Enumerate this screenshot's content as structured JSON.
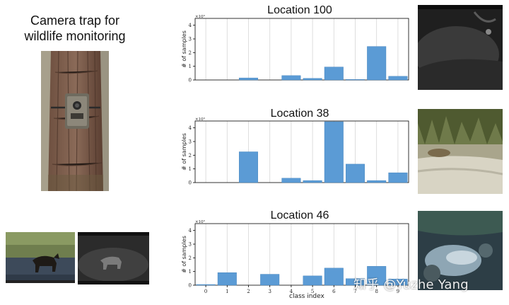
{
  "left_panel": {
    "title_line1": "Camera trap for",
    "title_line2": "wildlife monitoring"
  },
  "watermark": "知乎 @Yuzhe Yang",
  "x_axis_label": "class index",
  "colors": {
    "bar": "#5b9bd5",
    "bar_edge": "#3f7fb8",
    "grid": "#d6d6d6"
  },
  "chart_data": [
    {
      "type": "bar",
      "title": "Location 100",
      "ylabel": "# of samples",
      "scale_label": "×10³",
      "categories": [
        "0",
        "1",
        "2",
        "3",
        "4",
        "5",
        "6",
        "7",
        "8",
        "9"
      ],
      "values": [
        0,
        0,
        0.15,
        0,
        0.32,
        0.12,
        0.95,
        0.04,
        2.45,
        0.27
      ],
      "ylim": [
        0,
        4.5
      ],
      "yticks": [
        0,
        1,
        2,
        3,
        4
      ],
      "show_xticks": false,
      "grid": true
    },
    {
      "type": "bar",
      "title": "Location 38",
      "ylabel": "# of samples",
      "scale_label": "×10³",
      "categories": [
        "0",
        "1",
        "2",
        "3",
        "4",
        "5",
        "6",
        "7",
        "8",
        "9"
      ],
      "values": [
        0,
        0,
        2.25,
        0,
        0.32,
        0.15,
        4.45,
        1.35,
        0.15,
        0.72
      ],
      "ylim": [
        0,
        4.5
      ],
      "yticks": [
        0,
        1,
        2,
        3,
        4
      ],
      "show_xticks": false,
      "grid": true
    },
    {
      "type": "bar",
      "title": "Location 46",
      "ylabel": "# of samples",
      "scale_label": "×10³",
      "xlabel": "class index",
      "categories": [
        "0",
        "1",
        "2",
        "3",
        "4",
        "5",
        "6",
        "7",
        "8",
        "9"
      ],
      "values": [
        0.05,
        0.92,
        0,
        0.8,
        0,
        0.68,
        1.25,
        0.48,
        1.38,
        0.45
      ],
      "ylim": [
        0,
        4.5
      ],
      "yticks": [
        0,
        1,
        2,
        3,
        4
      ],
      "show_xticks": true,
      "grid": true
    }
  ]
}
